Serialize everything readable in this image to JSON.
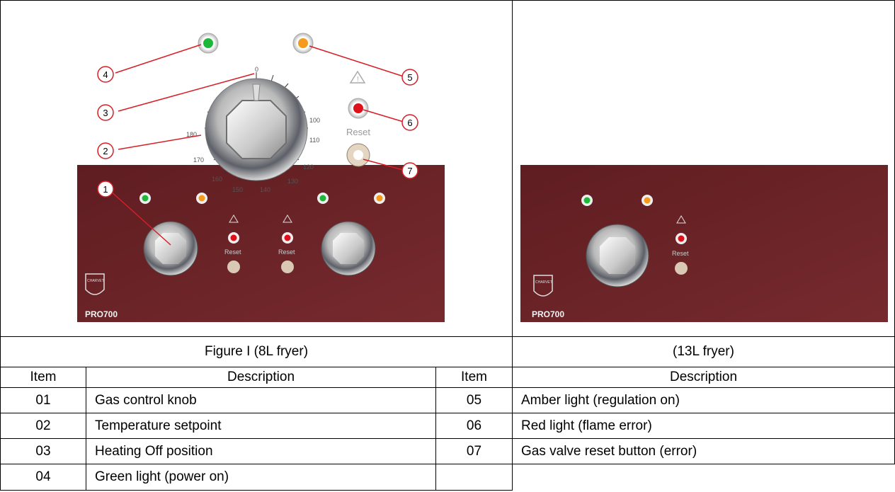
{
  "figures": {
    "left_caption": "Figure I (8L fryer)",
    "right_caption": "(13L fryer)",
    "panel_brand_left": "PRO700",
    "panel_brand_right": "PRO700",
    "logo_text": "CHARVET",
    "reset_label": "Reset",
    "callouts": [
      "1",
      "2",
      "3",
      "4",
      "5",
      "6",
      "7"
    ],
    "dial_scale": [
      "0",
      "100",
      "110",
      "120",
      "130",
      "140",
      "150",
      "160",
      "170",
      "180"
    ],
    "colors": {
      "panel": "#6a2226",
      "green": "#1db83a",
      "amber": "#f59a1c",
      "red": "#e0101a",
      "callout": "#d81e26"
    }
  },
  "table": {
    "headers": [
      "Item",
      "Description",
      "Item",
      "Description"
    ],
    "rows": [
      {
        "item1": "01",
        "desc1": "Gas control knob",
        "item2": "05",
        "desc2": "Amber light (regulation on)"
      },
      {
        "item1": "02",
        "desc1": "Temperature setpoint",
        "item2": "06",
        "desc2": "Red light (flame error)"
      },
      {
        "item1": "03",
        "desc1": "Heating Off position",
        "item2": "07",
        "desc2": "Gas valve reset button (error)"
      },
      {
        "item1": "04",
        "desc1": "Green light (power on)",
        "item2": "",
        "desc2": ""
      }
    ]
  }
}
